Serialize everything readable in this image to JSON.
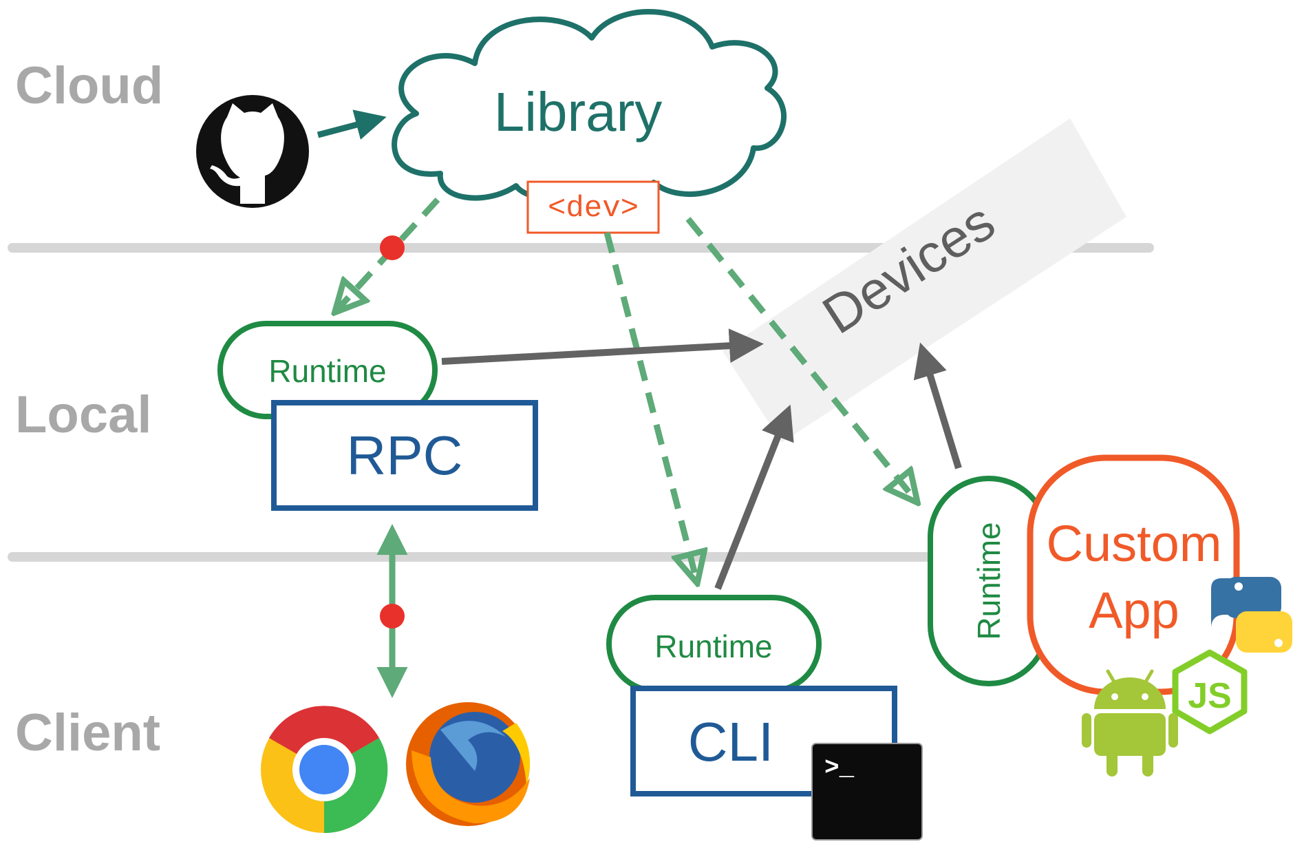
{
  "layers": {
    "cloud": "Cloud",
    "local": "Local",
    "client": "Client"
  },
  "library": {
    "label": "Library",
    "tag": "<dev>"
  },
  "devices": {
    "label": "Devices"
  },
  "rpc_group": {
    "runtime": "Runtime",
    "label": "RPC"
  },
  "cli_group": {
    "runtime": "Runtime",
    "label": "CLI",
    "terminal_prompt": ">_"
  },
  "app_group": {
    "runtime": "Runtime",
    "label_line1": "Custom",
    "label_line2": "App"
  },
  "icons": {
    "github": "github-icon",
    "chrome": "chrome-icon",
    "firefox": "firefox-icon",
    "terminal": "terminal-icon",
    "python": "python-icon",
    "nodejs": "nodejs-icon",
    "android": "android-icon"
  },
  "colors": {
    "teal": "#1e7168",
    "green": "#1f8a43",
    "dashed_green": "#5eaa78",
    "blue": "#205a96",
    "orange": "#f05a28",
    "gray_arrow": "#636363",
    "red_dot": "#e8312a",
    "separator": "#d6d6d6"
  }
}
